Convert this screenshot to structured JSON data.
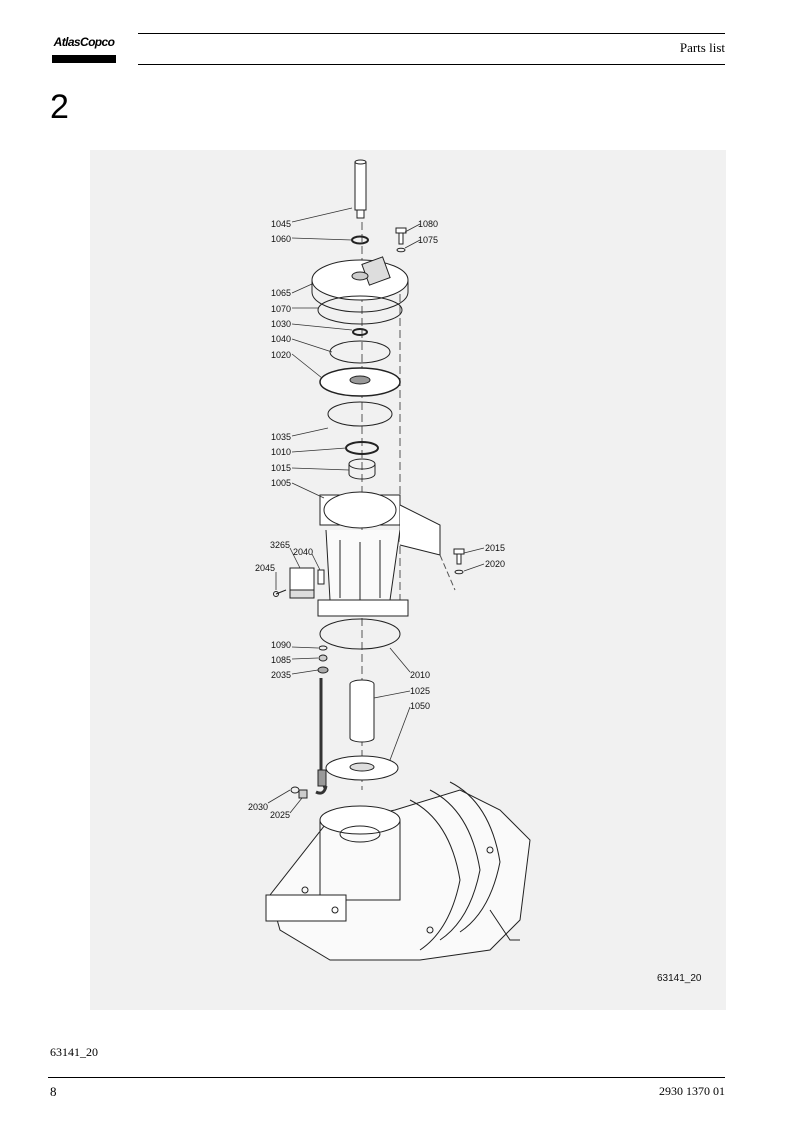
{
  "header": {
    "logo_text": "AtlasCopco",
    "title": "Parts list"
  },
  "section": {
    "number": "2"
  },
  "figure": {
    "code": "63141_20",
    "part_labels": [
      "1045",
      "1060",
      "1080",
      "1075",
      "1065",
      "1070",
      "1030",
      "1040",
      "1020",
      "1035",
      "1010",
      "1015",
      "1005",
      "3265",
      "2040",
      "2045",
      "2015",
      "2020",
      "1090",
      "1085",
      "2035",
      "2010",
      "1025",
      "1050",
      "2030",
      "2025"
    ]
  },
  "caption": "63141_20",
  "footer": {
    "page_number": "8",
    "doc_number": "2930 1370 01"
  }
}
